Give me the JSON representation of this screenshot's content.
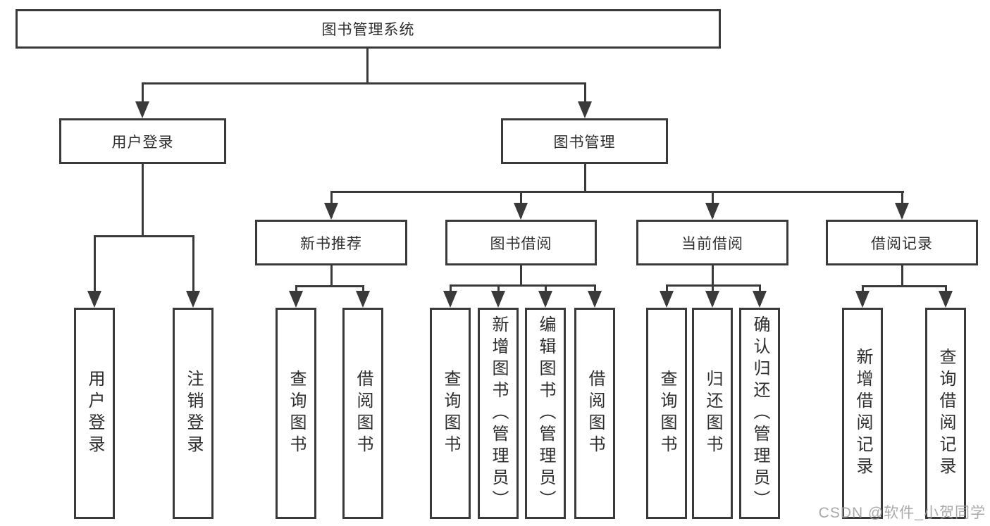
{
  "colors": {
    "line": "#3a3a3a",
    "box_border": "#3a3a3a",
    "text": "#2d2d2d",
    "background": "#ffffff",
    "watermark": "#9e9e9e"
  },
  "watermark": {
    "text": "CSDN @软件_小贺同学"
  },
  "tree": {
    "label": "图书管理系统",
    "children": [
      {
        "label": "用户登录",
        "children": [
          {
            "label": "用户登录"
          },
          {
            "label": "注销登录"
          }
        ]
      },
      {
        "label": "图书管理",
        "children": [
          {
            "label": "新书推荐",
            "children": [
              {
                "label": "查询图书"
              },
              {
                "label": "借阅图书"
              }
            ]
          },
          {
            "label": "图书借阅",
            "children": [
              {
                "label": "查询图书"
              },
              {
                "label": "新增图书（管理员）"
              },
              {
                "label": "编辑图书（管理员）"
              },
              {
                "label": "借阅图书"
              }
            ]
          },
          {
            "label": "当前借阅",
            "children": [
              {
                "label": "查询图书"
              },
              {
                "label": "归还图书"
              },
              {
                "label": "确认归还（管理员）"
              }
            ]
          },
          {
            "label": "借阅记录",
            "children": [
              {
                "label": "新增借阅记录"
              },
              {
                "label": "查询借阅记录"
              }
            ]
          }
        ]
      }
    ]
  }
}
